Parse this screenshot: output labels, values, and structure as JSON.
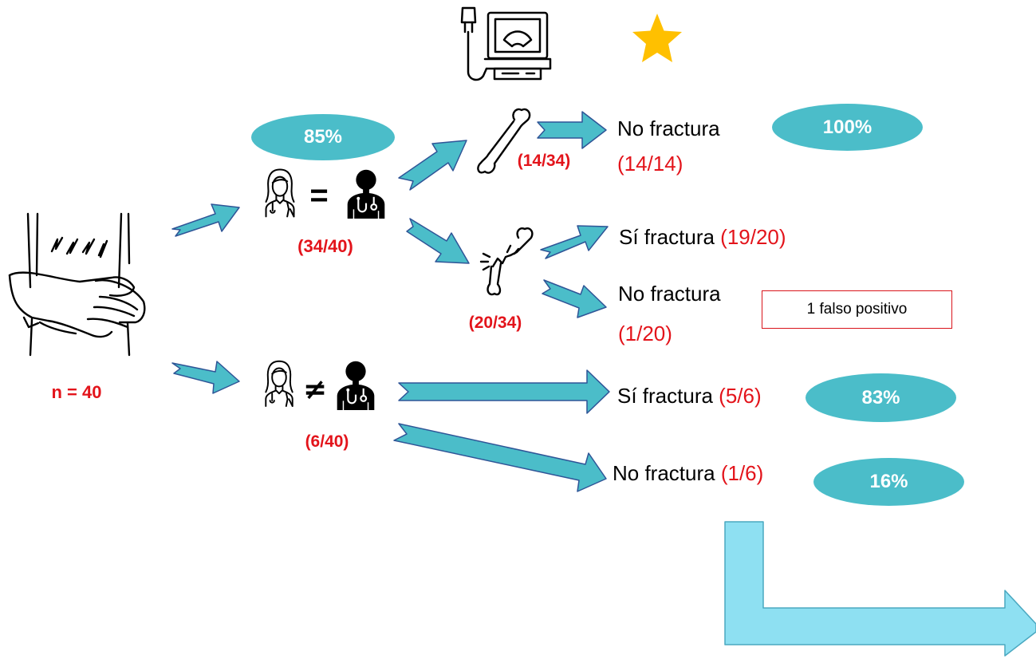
{
  "header": {
    "ultrasound_icon": "ultrasound-machine-icon",
    "star_icon": "star-icon",
    "star_color": "#FFC000"
  },
  "colors": {
    "arrow_fill": "#4bbdc9",
    "arrow_stroke": "#2f5597",
    "pill_fill": "#4bbdc9",
    "count_red": "#e3141b",
    "big_arrow_fill": "#8ee0f2"
  },
  "patient": {
    "icon": "abdominal-pain-icon",
    "n_label": "n = 40"
  },
  "agree": {
    "percent": "85%",
    "equal_sign": "=",
    "count": "(34/40)",
    "icons": [
      "female-doctor-icon",
      "male-doctor-icon"
    ]
  },
  "disagree": {
    "not_equal_sign": "≠",
    "count": "(6/40)",
    "icons": [
      "female-doctor-icon",
      "male-doctor-icon"
    ]
  },
  "bone_intact": {
    "icon": "intact-bone-icon",
    "count": "(14/34)"
  },
  "bone_fractured": {
    "icon": "fractured-bone-icon",
    "count": "(20/34)"
  },
  "outcomes": {
    "no_fracture_1": {
      "label": "No fractura",
      "count": "(14/14)",
      "percent": "100%"
    },
    "yes_fracture_1": {
      "label": "Sí fractura",
      "count": "(19/20)"
    },
    "no_fracture_2": {
      "label": "No fractura",
      "count": "(1/20)",
      "note": "1 falso positivo"
    },
    "yes_fracture_2": {
      "label": "Sí fractura",
      "count": "(5/6)",
      "percent": "83%"
    },
    "no_fracture_3": {
      "label": "No fractura",
      "count": "(1/6)",
      "percent": "16%"
    }
  }
}
